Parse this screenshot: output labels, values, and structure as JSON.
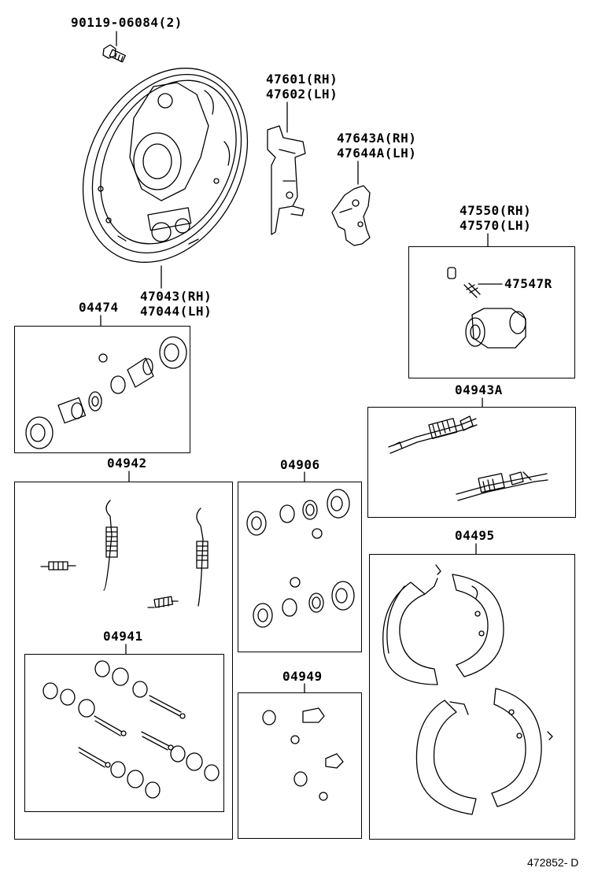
{
  "parts": {
    "bolt": {
      "number": "90119-06084(2)"
    },
    "backing_plate": {
      "line1": "47043(RH)",
      "line2": "47044(LH)"
    },
    "lever": {
      "line1": "47601(RH)",
      "line2": "47602(LH)"
    },
    "bracket": {
      "line1": "47643A(RH)",
      "line2": "47644A(LH)"
    },
    "wheel_cylinder": {
      "line1": "47550(RH)",
      "line2": "47570(LH)"
    },
    "bleeder": {
      "number": "47547R"
    },
    "kits": {
      "k04474": "04474",
      "k04943A": "04943A",
      "k04942": "04942",
      "k04906": "04906",
      "k04495": "04495",
      "k04941": "04941",
      "k04949": "04949"
    }
  },
  "footer": {
    "code": "472852- D"
  }
}
